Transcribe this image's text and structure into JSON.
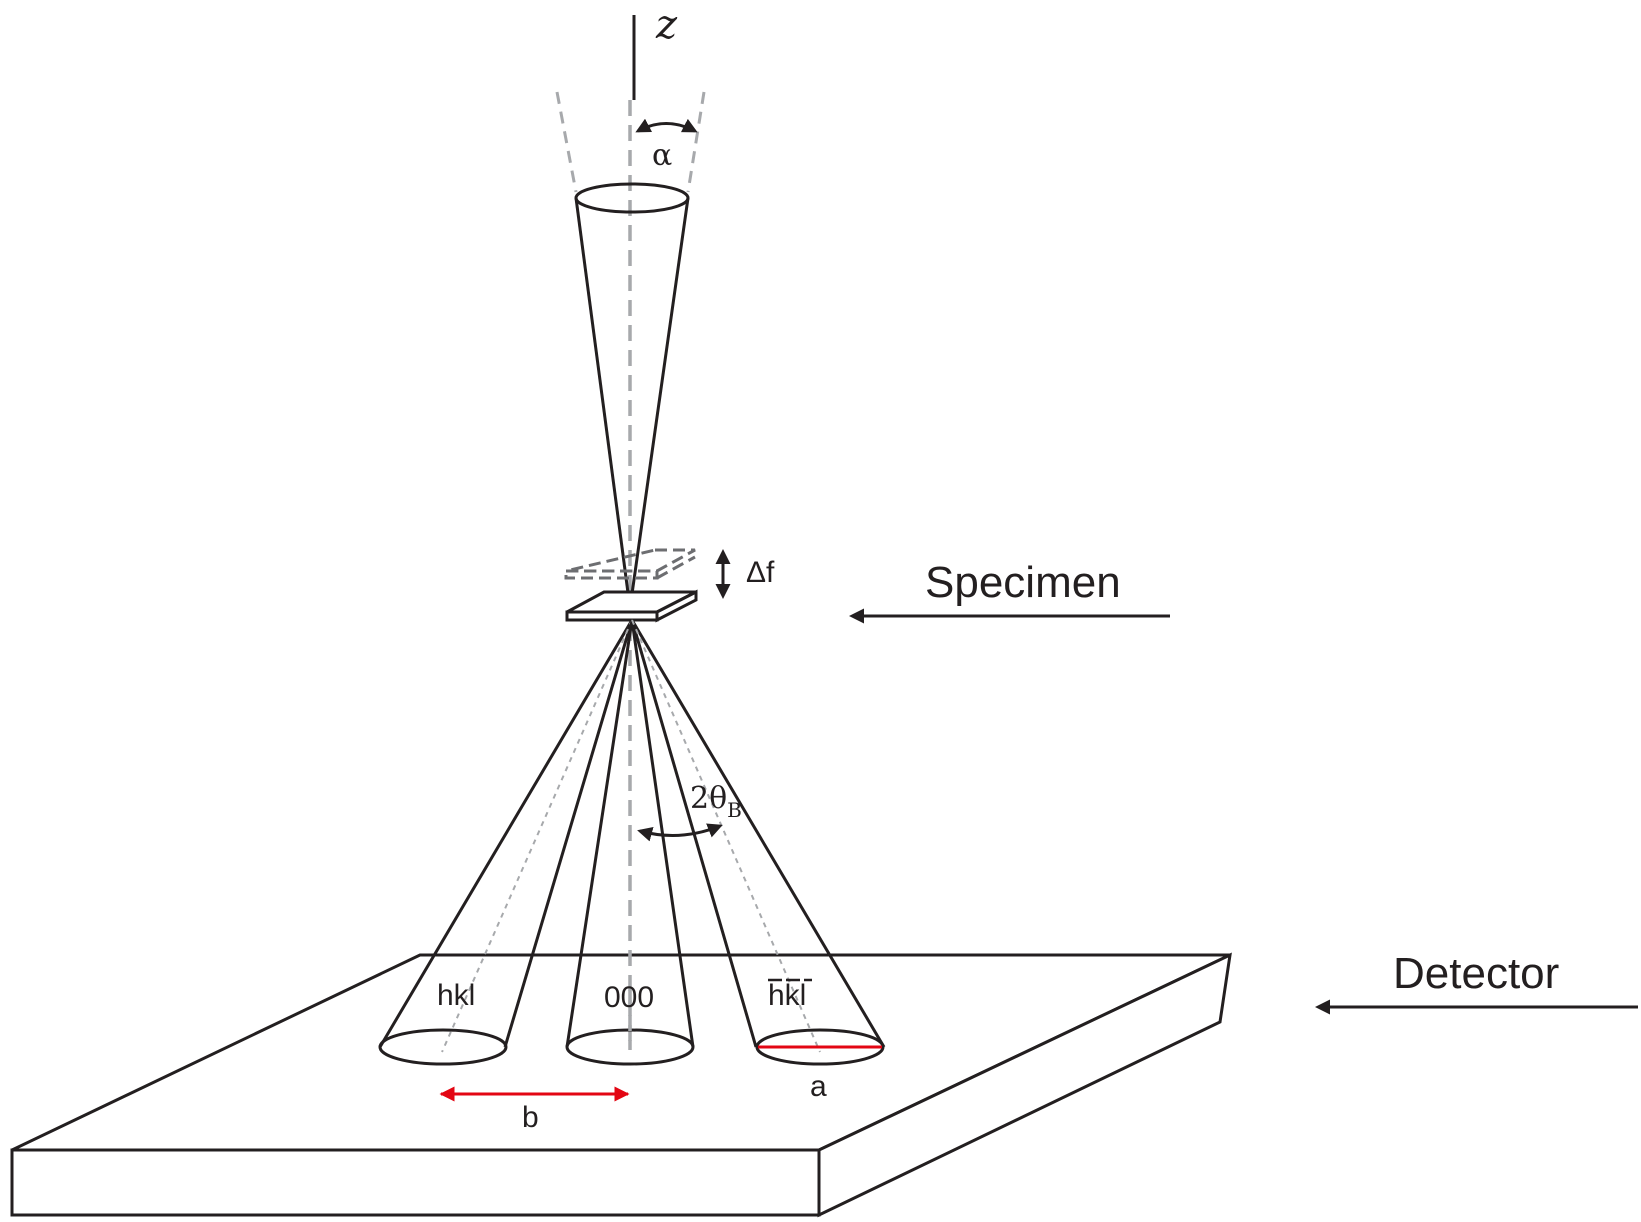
{
  "labels": {
    "z_axis": "z",
    "alpha": "α",
    "defocus": "Δf",
    "specimen": "Specimen",
    "two_theta": "2θ",
    "two_theta_sub": "B",
    "hkl": "hkl",
    "origin": "000",
    "hkl_bar": "hkl",
    "a": "a",
    "b": "b",
    "detector": "Detector"
  },
  "colors": {
    "line": "#231f20",
    "axis_dash": "#a7a9ac",
    "measure_red": "#e30613"
  }
}
